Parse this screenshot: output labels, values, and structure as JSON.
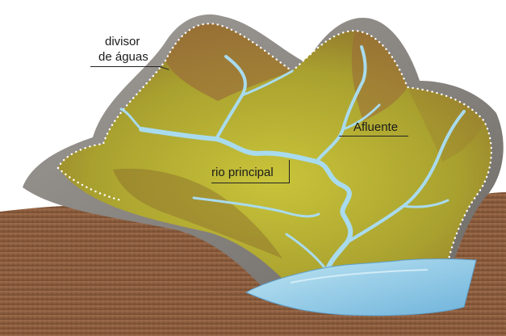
{
  "labels": {
    "divisor_line1": "divisor",
    "divisor_line2": "de águas",
    "afluente": "Afluente",
    "rio_principal": "rio principal"
  },
  "colors": {
    "soil": "#8a5a3a",
    "rock": "#8e8a86",
    "valley": "#b7b53a",
    "slope": "#9a6a3a",
    "river": "#a9d8ea",
    "lake": "#8fcbe6",
    "dotted_divide": "#ffffff"
  }
}
